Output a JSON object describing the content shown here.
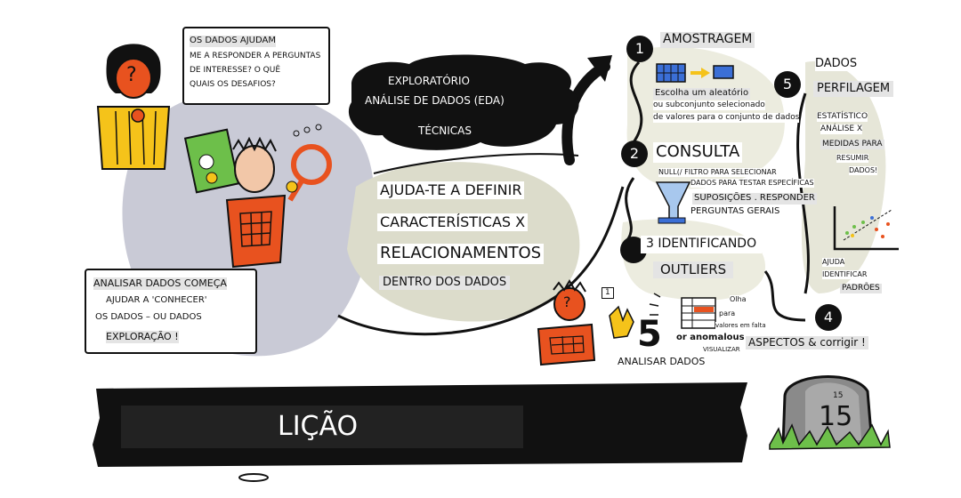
{
  "speech_question": {
    "line1": "OS DADOS AJUDAM",
    "line2": "ME A RESPONDER A PERGUNTAS",
    "line3": "DE INTERESSE? O QUÊ",
    "line4": "QUAIS OS DESAFIOS?"
  },
  "cloud": {
    "line1": "EXPLORATÓRIO",
    "line2": "ANÁLISE DE DADOS (EDA)",
    "line3": "TÉCNICAS"
  },
  "helps": {
    "line1": "AJUDA-TE A DEFINIR",
    "line2": "CARACTERÍSTICAS X",
    "line3": "RELACIONAMENTOS",
    "line4": "DENTRO DOS DADOS"
  },
  "speech_start": {
    "line1": "ANALISAR DADOS COMEÇA",
    "line2": "AJUDAR A 'CONHECER'",
    "line3": "OS DADOS – OU DADOS",
    "line4": "EXPLORAÇÃO !"
  },
  "steps": {
    "s1": {
      "num": "1",
      "title": "AMOSTRAGEM",
      "d1": "Escolha um aleatório",
      "d2": "ou subconjunto selecionado",
      "d3": "de valores para o conjunto de dados"
    },
    "s2": {
      "num": "2",
      "title": "CONSULTA",
      "d1": "NULL(/ FILTRO PARA SELECIONAR",
      "d2": "DADOS PARA TESTAR ESPECÍFICAS",
      "d3": "SUPOSIÇÕES . RESPONDER",
      "d4": "PERGUNTAS GERAIS"
    },
    "s3": {
      "num": "3",
      "title": "IDENTIFICANDO",
      "title2": "OUTLIERS"
    },
    "s4": {
      "num": "4",
      "d1": "Olha",
      "d2": "para",
      "d3": "valores em falta",
      "d4": "or anomalous",
      "d5": "VISUALIZAR",
      "d6": "ASPECTOS & corrigir !",
      "big5": "5",
      "d7": "ANALISAR DADOS",
      "small1": "1"
    },
    "s5": {
      "num": "5",
      "title": "DADOS",
      "title2": "PERFILAGEM",
      "d1": "ESTATÍSTICO",
      "d2": "ANÁLISE X",
      "d3": "MEDIDAS PARA",
      "d4": "RESUMIR",
      "d5": "DADOS!",
      "d6": "AJUDA",
      "d7": "IDENTIFICAR",
      "d8": "PADRÕES"
    }
  },
  "banner": {
    "label": "LIÇÃO"
  },
  "tombstone": {
    "small": "15",
    "big": "15"
  },
  "colors": {
    "blob": "#c9cad6",
    "sage": "#dcdccb",
    "orange": "#e8521f",
    "yellow": "#f5c31a",
    "green": "#6dbf4a",
    "blue": "#3b6fd6",
    "black": "#111111"
  }
}
